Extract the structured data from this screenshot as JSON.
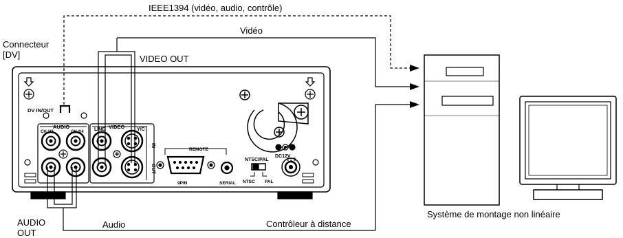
{
  "labels": {
    "ieee1394": "IEEE1394 (vidéo, audio, contrôle)",
    "video": "Vidéo",
    "connecteur_line1": "Connecteur",
    "connecteur_line2": "[DV]",
    "video_out": "VIDEO OUT",
    "audio_out_line1": "AUDIO",
    "audio_out_line2": "OUT",
    "audio": "Audio",
    "controleur": "Contrôleur à distance",
    "systeme": "Système de montage non linéaire"
  },
  "panel": {
    "dv_in_out": "DV IN/OUT",
    "audio": "AUDIO",
    "ch13": "CH 1/3",
    "ch24": "CH 2/4",
    "video": "VIDEO",
    "line": "LINE",
    "yc": "Y/C",
    "in": "IN",
    "out": "OUT",
    "remote": "REMOTE",
    "pin9": "9PIN",
    "serial": "SERIAL",
    "ntsc_pal": "NTSC/PAL",
    "ntsc": "NTSC",
    "pal": "PAL",
    "dc12v": "DC12V"
  }
}
